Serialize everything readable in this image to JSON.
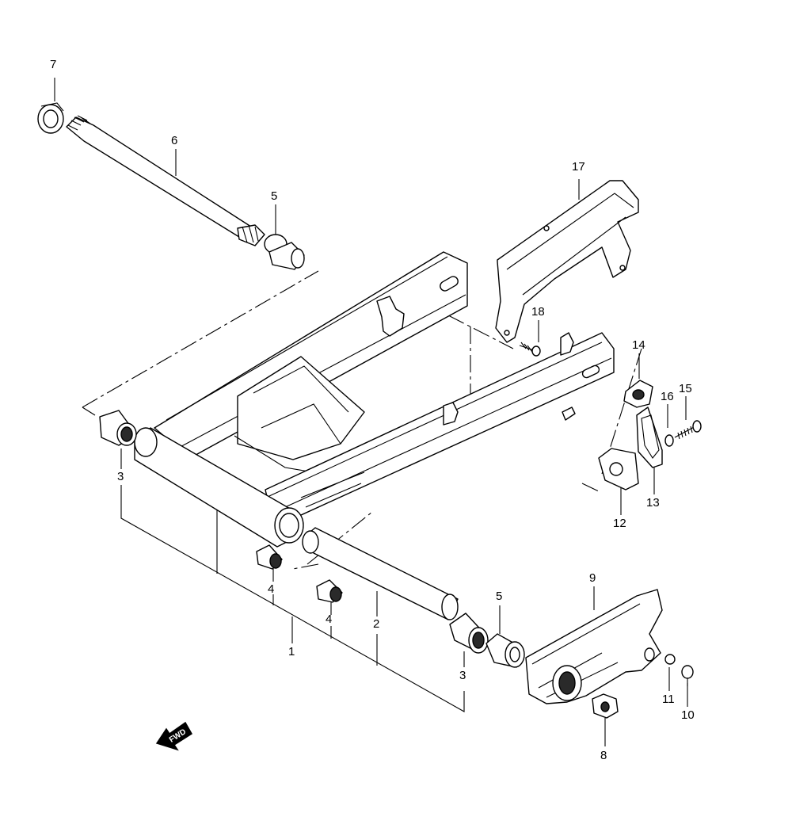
{
  "callouts": [
    {
      "id": "7",
      "text": "7"
    },
    {
      "id": "6",
      "text": "6"
    },
    {
      "id": "5a",
      "text": "5"
    },
    {
      "id": "17",
      "text": "17"
    },
    {
      "id": "18",
      "text": "18"
    },
    {
      "id": "14",
      "text": "14"
    },
    {
      "id": "16",
      "text": "16"
    },
    {
      "id": "15",
      "text": "15"
    },
    {
      "id": "13",
      "text": "13"
    },
    {
      "id": "12",
      "text": "12"
    },
    {
      "id": "3a",
      "text": "3"
    },
    {
      "id": "4a",
      "text": "4"
    },
    {
      "id": "4b",
      "text": "4"
    },
    {
      "id": "2",
      "text": "2"
    },
    {
      "id": "1",
      "text": "1"
    },
    {
      "id": "5b",
      "text": "5"
    },
    {
      "id": "3b",
      "text": "3"
    },
    {
      "id": "9",
      "text": "9"
    },
    {
      "id": "11",
      "text": "11"
    },
    {
      "id": "10",
      "text": "10"
    },
    {
      "id": "8",
      "text": "8"
    }
  ],
  "fwd_label": "FWD"
}
